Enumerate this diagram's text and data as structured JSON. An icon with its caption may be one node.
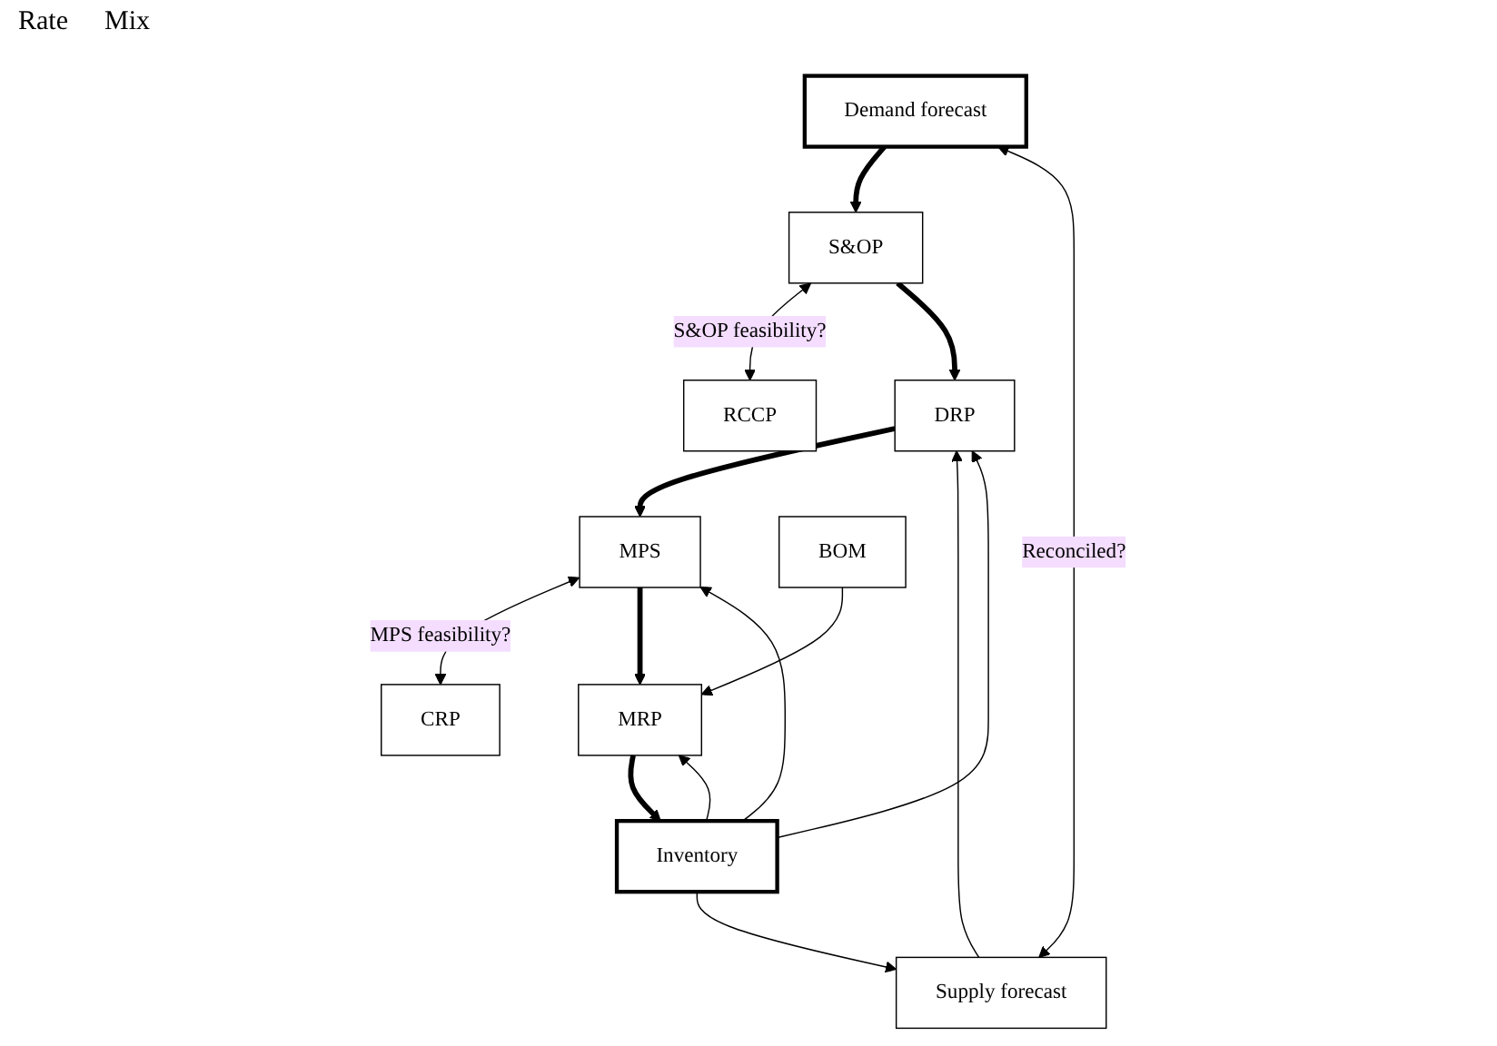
{
  "diagram": {
    "nodes": [
      {
        "text": [
          "Demand forecast"
        ]
      },
      {
        "text": [
          "S&OP"
        ]
      },
      {
        "text": [
          "RCCP"
        ]
      },
      {
        "text": [
          "CRP"
        ]
      },
      {
        "text": [
          "Supply forecast"
        ]
      },
      {
        "text": [
          "DRP"
        ]
      },
      {
        "text": [
          "MPS"
        ]
      },
      {
        "text": [
          "MRP"
        ]
      },
      {
        "text": [
          "Inventory"
        ]
      },
      {
        "text": [
          "BOM"
        ]
      }
    ],
    "edges": [
      {
        "from": 0,
        "to": 1,
        "arrow": "to",
        "style": "thick"
      },
      {
        "from": 1,
        "to": 2,
        "arrow": "both",
        "label": "S&OP feasibility?"
      },
      {
        "from": 0,
        "to": 4,
        "arrow": "both",
        "label": "Reconciled?"
      },
      {
        "from": 1,
        "to": 5,
        "arrow": "to",
        "style": "thick"
      },
      {
        "from": 6,
        "to": 3,
        "arrow": "both",
        "label": "MPS feasibility?"
      },
      {
        "from": 4,
        "to": 5,
        "arrow": "to"
      },
      {
        "from": 5,
        "to": 6,
        "arrow": "to",
        "style": "thick"
      },
      {
        "from": 6,
        "to": 7,
        "arrow": "to",
        "style": "thick"
      },
      {
        "from": 7,
        "to": 8,
        "arrow": "to",
        "style": "thick"
      },
      {
        "from": 8,
        "to": 4,
        "arrow": "to"
      },
      {
        "from": 8,
        "to": 5,
        "arrow": "to"
      },
      {
        "from": 8,
        "to": 6,
        "arrow": "to"
      },
      {
        "from": 8,
        "to": 7,
        "arrow": "to"
      },
      {
        "from": 9,
        "to": 7,
        "arrow": "to"
      }
    ],
    "labels": [
      "Rate",
      "Mix"
    ]
  }
}
